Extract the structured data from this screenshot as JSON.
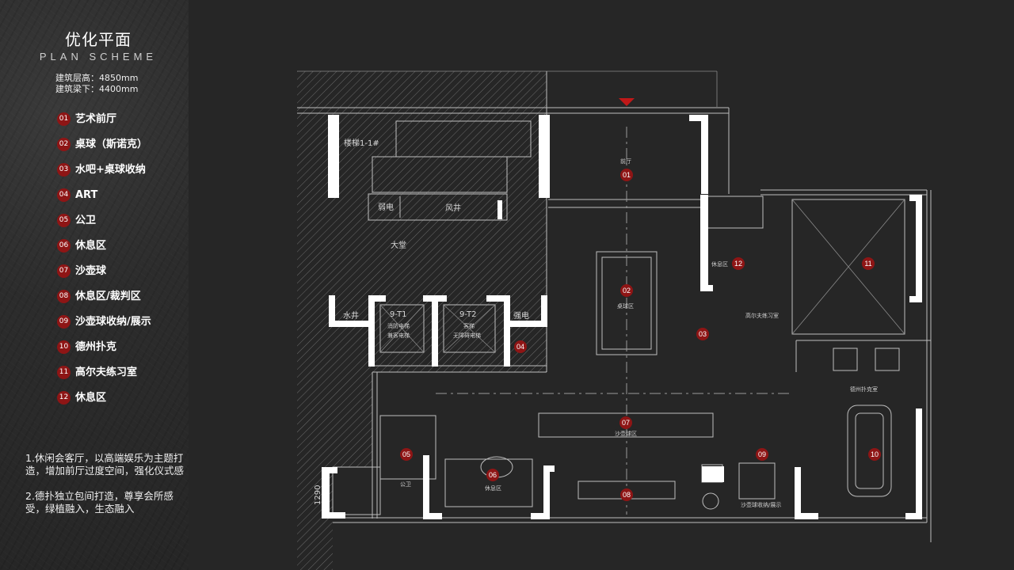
{
  "header": {
    "title": "优化平面",
    "subtitle": "PLAN SCHEME"
  },
  "specs": [
    "建筑层高：4850mm",
    "建筑梁下：4400mm"
  ],
  "legend": [
    {
      "num": "01",
      "label": "艺术前厅"
    },
    {
      "num": "02",
      "label": "桌球（斯诺克）"
    },
    {
      "num": "03",
      "label": "水吧+桌球收纳"
    },
    {
      "num": "04",
      "label": "ART"
    },
    {
      "num": "05",
      "label": "公卫"
    },
    {
      "num": "06",
      "label": "休息区"
    },
    {
      "num": "07",
      "label": "沙壶球"
    },
    {
      "num": "08",
      "label": "休息区/裁判区"
    },
    {
      "num": "09",
      "label": "沙壶球收纳/展示"
    },
    {
      "num": "10",
      "label": "德州扑克"
    },
    {
      "num": "11",
      "label": "高尔夫练习室"
    },
    {
      "num": "12",
      "label": "休息区"
    }
  ],
  "notes": [
    "1.休闲会客厅，以高端娱乐为主题打造，增加前厅过度空间，强化仪式感",
    "2.德扑独立包间打造，尊享会所感受，绿植融入，生态融入"
  ],
  "plan_labels": {
    "stair": "楼梯1-1#",
    "weak": "弱电",
    "wind": "风井",
    "lobby": "大堂",
    "water": "水井",
    "strong": "强电",
    "t1_id": "9-T1",
    "t1_a": "消防电梯",
    "t1_b": "兼客电梯",
    "t2_id": "9-T2",
    "t2_a": "客梯",
    "t2_b": "无障碍电梯",
    "front": "前厅",
    "billiard": "桌球区",
    "golf": "高尔夫练习室",
    "poker": "德州扑克室",
    "wc": "公卫",
    "shuffle": "沙壶球区",
    "rest": "休息区",
    "rest2": "休息区",
    "storage": "沙壶球收纳/展示",
    "dim": "1290"
  },
  "colors": {
    "marker": "#8e1515",
    "background": "#262626"
  }
}
